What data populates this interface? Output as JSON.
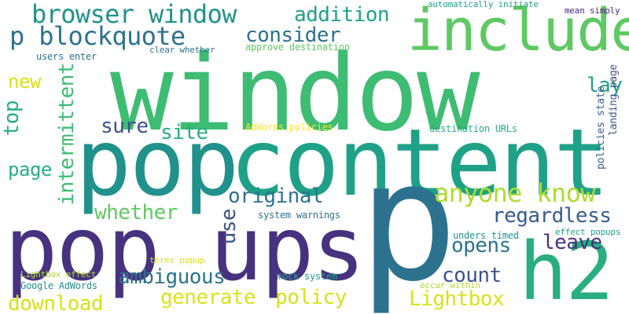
{
  "words": [
    {
      "text": "window"
    },
    {
      "text": "content"
    },
    {
      "text": "pop"
    },
    {
      "text": "p"
    },
    {
      "text": "pop ups"
    },
    {
      "text": "includes"
    },
    {
      "text": "h2"
    },
    {
      "text": "browser window"
    },
    {
      "text": "p blockquote"
    },
    {
      "text": "anyone know"
    },
    {
      "text": "regardless"
    },
    {
      "text": "original"
    },
    {
      "text": "whether"
    },
    {
      "text": "intermittent"
    },
    {
      "text": "consider"
    },
    {
      "text": "addition"
    },
    {
      "text": "top"
    },
    {
      "text": "new"
    },
    {
      "text": "page"
    },
    {
      "text": "sure"
    },
    {
      "text": "site"
    },
    {
      "text": "lay"
    },
    {
      "text": "use"
    },
    {
      "text": "opens"
    },
    {
      "text": "leave"
    },
    {
      "text": "count"
    },
    {
      "text": "ambiguous"
    },
    {
      "text": "generate"
    },
    {
      "text": "policy"
    },
    {
      "text": "download"
    },
    {
      "text": "Lightbox"
    },
    {
      "text": "landing page"
    },
    {
      "text": "policies state"
    },
    {
      "text": "automatically initiate"
    },
    {
      "text": "mean simply"
    },
    {
      "text": "clear whether"
    },
    {
      "text": "users enter"
    },
    {
      "text": "approve destination"
    },
    {
      "text": "AdWords policies"
    },
    {
      "text": "destination URLs"
    },
    {
      "text": "system warnings"
    },
    {
      "text": "unders timed"
    },
    {
      "text": "effect popups"
    },
    {
      "text": "terms popup"
    },
    {
      "text": "Lightbox effect"
    },
    {
      "text": "Google AdWords"
    },
    {
      "text": "mock system"
    },
    {
      "text": "occur within"
    }
  ],
  "colors": {
    "dark_purple": "#46327e",
    "indigo": "#3b528b",
    "blue": "#365c8d",
    "steel": "#2c728e",
    "teal": "#21918c",
    "teal_green": "#1fa187",
    "green": "#28ae80",
    "mid_green": "#3fbc73",
    "light_green": "#5ec962",
    "lime": "#84d44b",
    "yellow_green": "#addc30",
    "yellow": "#d8e219",
    "bright_yellow": "#fde725",
    "deep_purple": "#482878",
    "ink": "#440154"
  }
}
